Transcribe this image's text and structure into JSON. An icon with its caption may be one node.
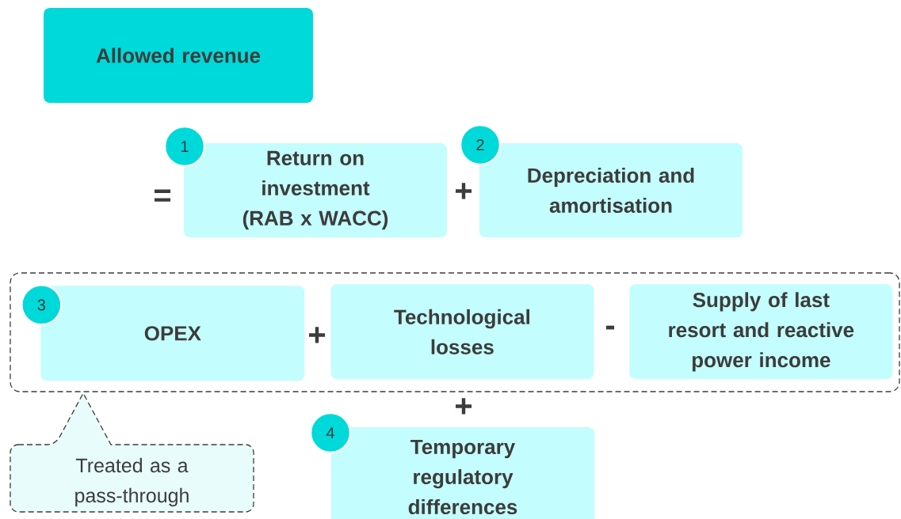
{
  "diagram": {
    "nodes": [
      {
        "text": [
          "Allowed revenue"
        ]
      },
      {
        "text": [
          "1"
        ]
      },
      {
        "text": [
          "Return on investment (RAB x WACC)"
        ]
      },
      {
        "text": [
          "2"
        ]
      },
      {
        "text": [
          "Depreciation and amortisation"
        ]
      },
      {
        "text": [],
        "shape": "box"
      },
      {
        "text": [
          "3"
        ],
        "in": 5
      },
      {
        "text": [
          "OPEX"
        ],
        "in": 5
      },
      {
        "text": [
          "Technological losses"
        ],
        "in": 5
      },
      {
        "text": [
          "Supply of last resort and reactive power income"
        ],
        "in": 5
      },
      {
        "text": [
          "Treated as a pass-through"
        ]
      },
      {
        "text": [
          "4"
        ]
      },
      {
        "text": [
          "Temporary regulatory differences"
        ]
      }
    ],
    "labels": [
      "=",
      "+",
      "+",
      "-",
      "+"
    ]
  }
}
